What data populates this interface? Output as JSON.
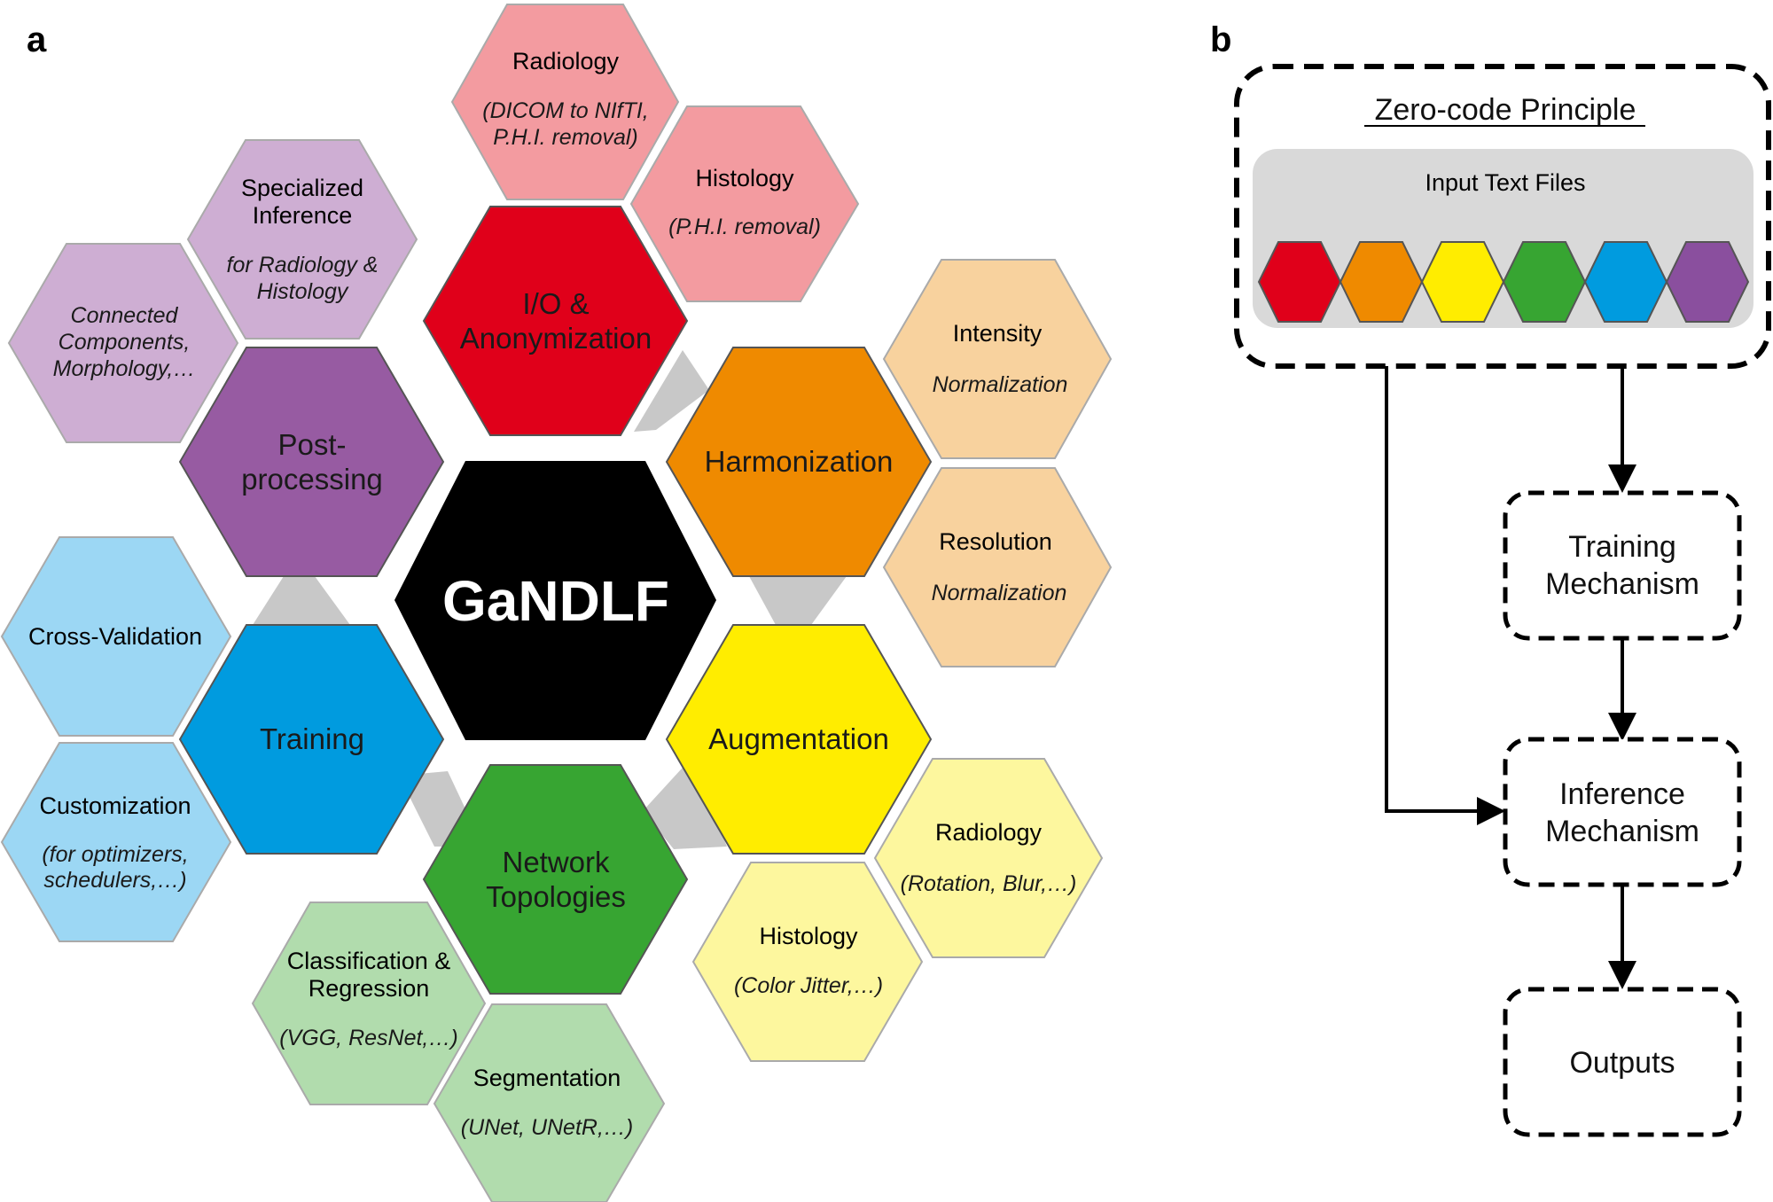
{
  "panel_a": {
    "label": "a",
    "center": {
      "title": "GaNDLF",
      "color": "#000000"
    },
    "modules": [
      {
        "id": "io",
        "lines": [
          "I/O   &",
          "Anonymization"
        ],
        "color": "#E0001A"
      },
      {
        "id": "harmonization",
        "lines": [
          "Harmonization"
        ],
        "color": "#EF8A00"
      },
      {
        "id": "augmentation",
        "lines": [
          "Augmentation"
        ],
        "color": "#FFED00"
      },
      {
        "id": "network",
        "lines": [
          "Network",
          "Topologies"
        ],
        "color": "#37A532"
      },
      {
        "id": "training",
        "lines": [
          "Training"
        ],
        "color": "#009BDF"
      },
      {
        "id": "postprocessing",
        "lines": [
          "Post-",
          "processing"
        ],
        "color": "#975BA2"
      }
    ],
    "submodules": [
      {
        "id": "io-radiology",
        "parent": "io",
        "title": [
          "Radiology"
        ],
        "detail": [
          "(DICOM to NIfTI,",
          "P.H.I. removal)"
        ],
        "color": "#F39BA0"
      },
      {
        "id": "io-histology",
        "parent": "io",
        "title": [
          "Histology"
        ],
        "detail": [
          "(P.H.I. removal)"
        ],
        "color": "#F39BA0"
      },
      {
        "id": "harm-intensity",
        "parent": "harmonization",
        "title": [
          "Intensity"
        ],
        "detail": [
          "Normalization"
        ],
        "color": "#F8D29E"
      },
      {
        "id": "harm-resolution",
        "parent": "harmonization",
        "title": [
          "Resolution"
        ],
        "detail": [
          "Normalization"
        ],
        "color": "#F8D29E"
      },
      {
        "id": "aug-radiology",
        "parent": "augmentation",
        "title": [
          "Radiology"
        ],
        "detail": [
          "(Rotation, Blur,…)"
        ],
        "color": "#FDF79E"
      },
      {
        "id": "aug-histology",
        "parent": "augmentation",
        "title": [
          "Histology"
        ],
        "detail": [
          "(Color Jitter,…)"
        ],
        "color": "#FDF79E"
      },
      {
        "id": "net-classification",
        "parent": "network",
        "title": [
          "Classification &",
          "Regression"
        ],
        "detail": [
          "(VGG, ResNet,…)"
        ],
        "color": "#B1DCAD"
      },
      {
        "id": "net-segmentation",
        "parent": "network",
        "title": [
          "Segmentation"
        ],
        "detail": [
          "(UNet, UNetR,…)"
        ],
        "color": "#B1DCAD"
      },
      {
        "id": "train-crossval",
        "parent": "training",
        "title": [
          "Cross-Validation"
        ],
        "detail": [],
        "color": "#9CD7F4"
      },
      {
        "id": "train-custom",
        "parent": "training",
        "title": [
          "Customization"
        ],
        "detail": [
          "(for optimizers,",
          "schedulers,…)"
        ],
        "color": "#9CD7F4"
      },
      {
        "id": "post-specialized",
        "parent": "postprocessing",
        "title": [
          "Specialized",
          "Inference"
        ],
        "detail": [
          "for Radiology &",
          "Histology"
        ],
        "color": "#CEAED3"
      },
      {
        "id": "post-connected",
        "parent": "postprocessing",
        "title": [],
        "detail": [
          "Connected",
          "Components,",
          "Morphology,…"
        ],
        "color": "#CEAED3"
      }
    ]
  },
  "panel_b": {
    "label": "b",
    "principle_title": "Zero-code Principle",
    "input_title": "Input Text Files",
    "file_colors": [
      "#E0001A",
      "#EF8A00",
      "#FFED00",
      "#37A532",
      "#009BDF",
      "#8A4F9E"
    ],
    "boxes": [
      {
        "id": "training-mechanism",
        "lines": [
          "Training",
          "Mechanism"
        ]
      },
      {
        "id": "inference-mechanism",
        "lines": [
          "Inference",
          "Mechanism"
        ]
      },
      {
        "id": "outputs",
        "lines": [
          "Outputs"
        ]
      }
    ]
  }
}
